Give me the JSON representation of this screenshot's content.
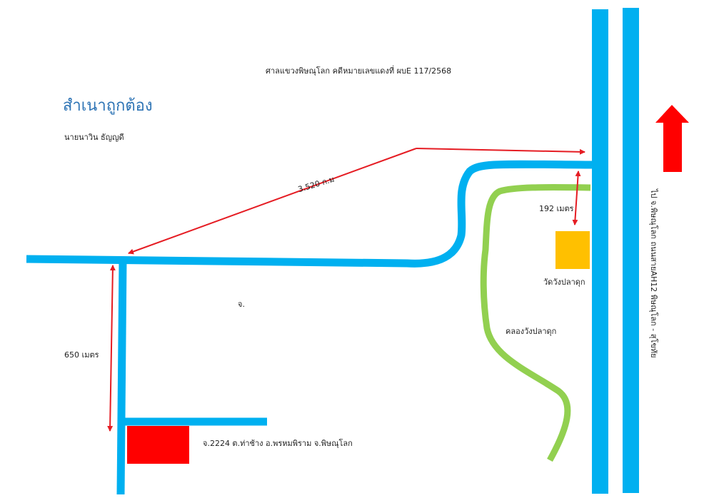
{
  "header": {
    "court_case": "ศาลแขวงพิษณุโลก คดีหมายเลขแดงที่ ผบE 117/2568",
    "certified": "สำเนาถูกต้อง",
    "signer": "นายนาวิน ธัญญดี"
  },
  "labels": {
    "distance_long": "3.520 ก.ม",
    "distance_temple": "192 เมตร",
    "distance_side": "650 เมตร",
    "temple": "วัดวังปลาดุก",
    "canal": "คลองวังปลาดุก",
    "road_mark": "จ.",
    "land_plot": "จ.2224 ต.ท่าช้าง อ.พรหมพิราม จ.พิษณุโลก",
    "highway": "ไป จ.พิษณุโลก ถนนสายAH12 พิษณุโลก - สุโขทัย"
  },
  "colors": {
    "road": "#00b0f0",
    "canal": "#92d050",
    "arrow": "#e51c23",
    "temple": "#ffc000",
    "plot": "#ff0000",
    "north_arrow": "#ff0000"
  },
  "icons": {
    "north": "north-arrow-icon"
  }
}
